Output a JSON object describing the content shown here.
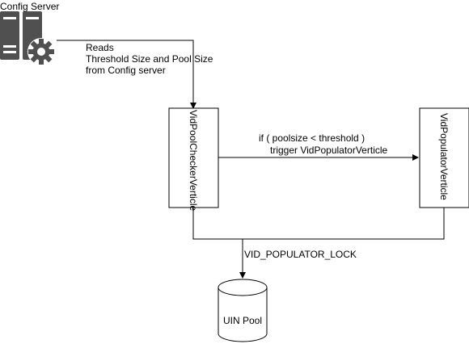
{
  "colors": {
    "line": "#000000",
    "icon": "#505050",
    "background": "#ffffff"
  },
  "nodes": {
    "config_server": {
      "icon": "server-gear-icon",
      "label": "Config Server"
    },
    "checker": {
      "label": "VidPoolCheckerVerticle"
    },
    "populator": {
      "label": "VidPopulatorVerticle"
    },
    "pool": {
      "shape": "database-cylinder",
      "label": "UIN Pool"
    }
  },
  "edges": {
    "config_to_checker": {
      "lines": [
        "Reads",
        "Threshold Size and Pool Size",
        "from Config server"
      ]
    },
    "checker_to_populator": {
      "lines": [
        "if ( poolsize < threshold )",
        "trigger VidPopulatorVerticle"
      ]
    },
    "lock_to_pool": {
      "label": "VID_POPULATOR_LOCK"
    }
  }
}
